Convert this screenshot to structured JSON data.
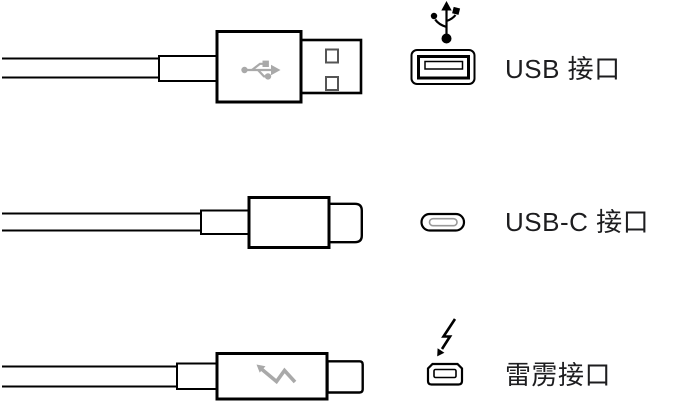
{
  "page": {
    "background_color": "#ffffff",
    "description": "Cable and port types diagram"
  },
  "colors": {
    "outline": "#000000",
    "muted_symbol": "#a9a9a9",
    "pin_outline": "#555555",
    "inner_slot_gray": "#999999",
    "text": "#1d1d1f"
  },
  "rows": [
    {
      "label": "USB 接口",
      "cable_icon": "usb-a-cable",
      "port_icon": "usb-a-port-icon",
      "symbol_icon": "usb-trident-icon"
    },
    {
      "label": "USB-C 接口",
      "cable_icon": "usb-c-cable",
      "port_icon": "usb-c-port-icon"
    },
    {
      "label": "雷雳接口",
      "cable_icon": "thunderbolt-cable",
      "port_icon": "mini-displayport-icon",
      "symbol_icon": "lightning-bolt-icon"
    }
  ]
}
